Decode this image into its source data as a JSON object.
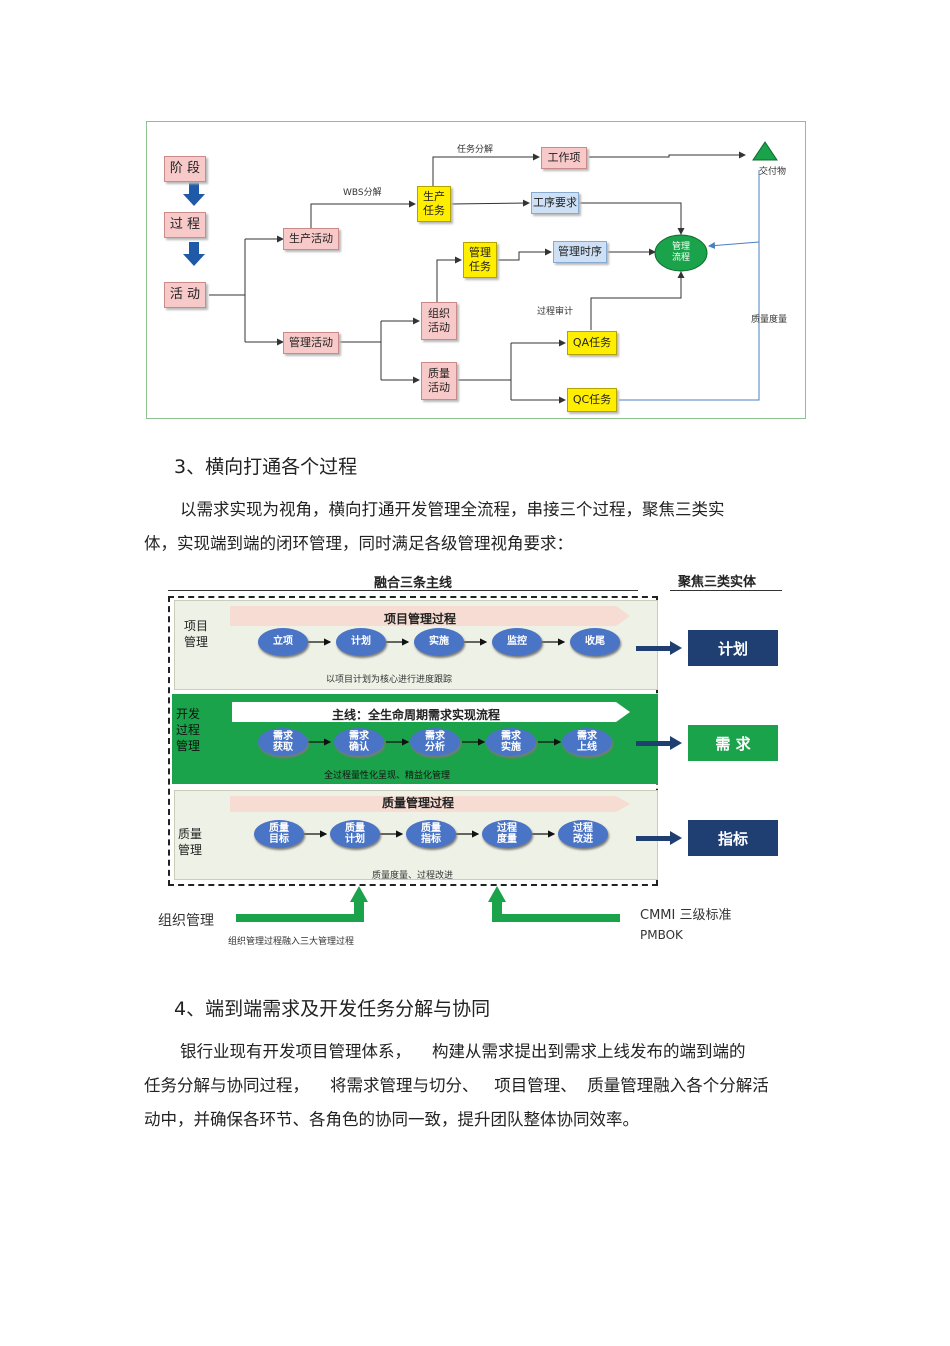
{
  "fig1": {
    "left_column": [
      "阶 段",
      "过 程",
      "活 动"
    ],
    "activities": {
      "production": "生产活动",
      "management": "管理活动"
    },
    "tasks": {
      "production_task": "生产\n任务",
      "management_task": "管理\n任务",
      "org_activity": "组织\n活动",
      "quality_activity": "质量\n活动"
    },
    "right_items": {
      "work_item": "工作项",
      "process_req": "工序要求",
      "mgmt_timing": "管理时序",
      "qa_task": "QA任务",
      "qc_task": "QC任务"
    },
    "node": {
      "mgmt_flow": "管理\n流程",
      "deliverable": "交付物"
    },
    "labels": {
      "task_decomp": "任务分解",
      "wbs": "WBS分解",
      "process_audit": "过程审计",
      "quality_measure": "质量度量"
    }
  },
  "section3": {
    "heading": "3、横向打通各个过程",
    "para_line1": "以需求实现为视角，横向打通开发管理全流程，串接三个过程，聚焦三类实",
    "para_line2": "体，实现端到端的闭环管理，同时满足各级管理视角要求："
  },
  "fig2": {
    "header_left": "融合三条主线",
    "header_right": "聚焦三类实体",
    "bands": [
      {
        "side": "项目\n管理",
        "title": "项目管理过程",
        "steps": [
          "立项",
          "计划",
          "实施",
          "监控",
          "收尾"
        ],
        "sub": "以项目计划为核心进行进度跟踪",
        "entity": "计划"
      },
      {
        "side": "开发\n过程\n管理",
        "title": "主线：全生命周期需求实现流程",
        "steps": [
          "需求\n获取",
          "需求\n确认",
          "需求\n分析",
          "需求\n实施",
          "需求\n上线"
        ],
        "sub": "全过程量性化呈现、精益化管理",
        "entity": "需 求"
      },
      {
        "side": "质量\n管理",
        "title": "质量管理过程",
        "steps": [
          "质量\n目标",
          "质量\n计划",
          "质量\n指标",
          "过程\n度量",
          "过程\n改进"
        ],
        "sub": "质量度量、过程改进",
        "entity": "指标"
      }
    ],
    "bottom_left": "组织管理",
    "bottom_left_sub": "组织管理过程融入三大管理过程",
    "bottom_right_1": "CMMI 三级标准",
    "bottom_right_2": "PMBOK",
    "colors": {
      "green": "#1aa34a",
      "navy": "#1f3f73",
      "ellipse": "#4a74c6"
    }
  },
  "section4": {
    "heading": "4、端到端需求及开发任务分解与协同",
    "para_line1": "银行业现有开发项目管理体系，    构建从需求提出到需求上线发布的端到端的",
    "para_line2": "任务分解与协同过程，    将需求管理与切分、   项目管理、  质量管理融入各个分解活",
    "para_line3": "动中，并确保各环节、各角色的协同一致，提升团队整体协同效率。"
  }
}
